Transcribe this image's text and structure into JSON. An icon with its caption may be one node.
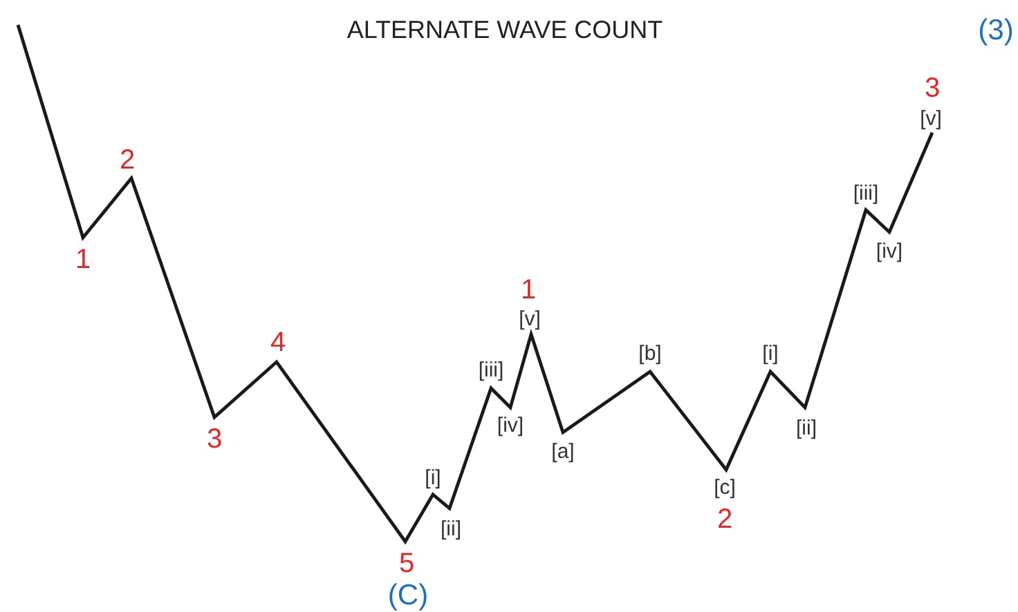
{
  "diagram": {
    "title": "ALTERNATE WAVE COUNT",
    "labels": [
      "1",
      "2",
      "3",
      "4",
      "5",
      "(C)",
      "[i]",
      "[ii]",
      "[iii]",
      "[iv]",
      "[v]",
      "1",
      "[a]",
      "[b]",
      "[c]",
      "2",
      "[i]",
      "[ii]",
      "[iii]",
      "[iv]",
      "[v]",
      "3",
      "(3)"
    ]
  }
}
